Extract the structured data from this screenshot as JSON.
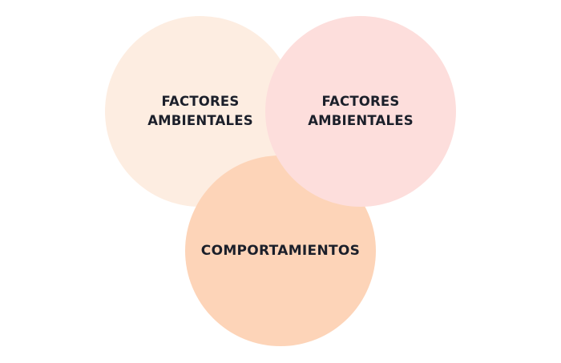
{
  "diagram": {
    "type": "venn",
    "circles": [
      {
        "id": "left",
        "label_lines": [
          "FACTORES",
          "AMBIENTALES"
        ],
        "color": "#FDEDE1"
      },
      {
        "id": "right",
        "label_lines": [
          "FACTORES",
          "AMBIENTALES"
        ],
        "color": "#FDDEDC"
      },
      {
        "id": "bottom",
        "label_lines": [
          "COMPORTAMIENTOS"
        ],
        "color": "#FDD4B8"
      }
    ],
    "text_color": "#1B1F2A",
    "background": "#FFFFFF"
  }
}
